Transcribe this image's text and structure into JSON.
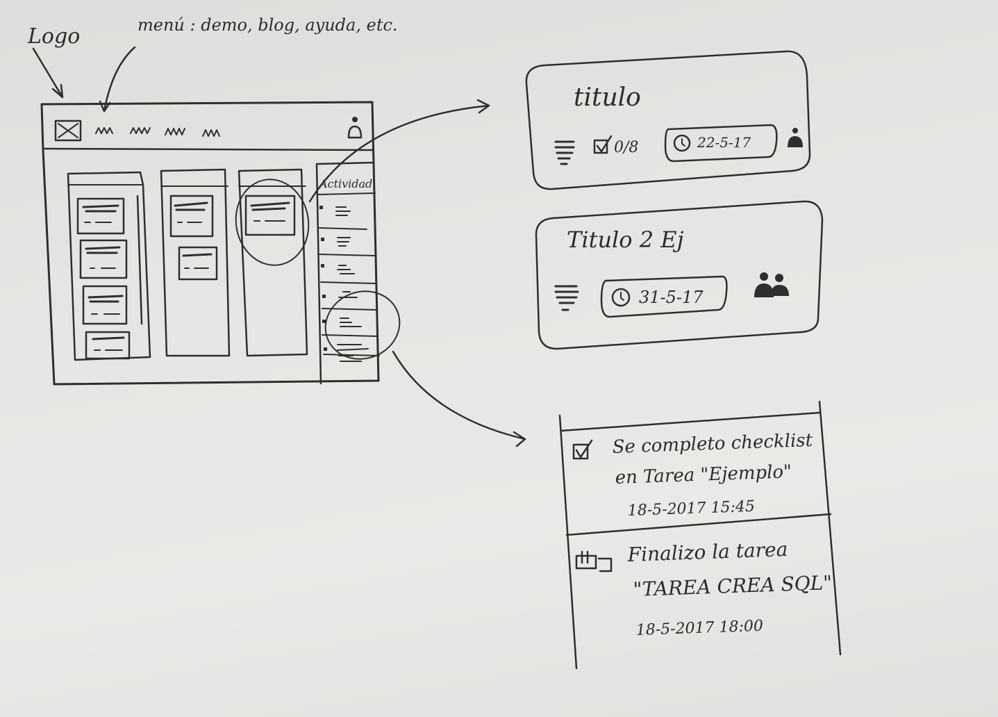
{
  "annotations": {
    "logo_label": "Logo",
    "menu_label": "menú : demo, blog, ayuda, etc."
  },
  "wireframe": {
    "activity_header": "Actividad"
  },
  "card1": {
    "title": "titulo",
    "checklist": "0/8",
    "date": "22-5-17"
  },
  "card2": {
    "title": "Titulo 2 Ej",
    "date": "31-5-17"
  },
  "activity": {
    "items": [
      {
        "line1": "Se completo checklist",
        "line2": "en Tarea \"Ejemplo\"",
        "timestamp": "18-5-2017   15:45"
      },
      {
        "line1": "Finalizo la tarea",
        "line2": "\"TAREA CREA SQL\"",
        "timestamp": "18-5-2017   18:00"
      }
    ]
  }
}
